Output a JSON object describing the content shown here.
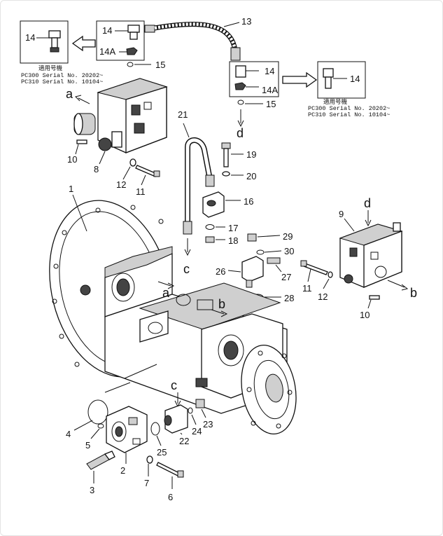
{
  "callouts": {
    "c1": "1",
    "c2": "2",
    "c3": "3",
    "c4": "4",
    "c5": "5",
    "c6": "6",
    "c7": "7",
    "c8": "8",
    "c9": "9",
    "c10a": "10",
    "c10b": "10",
    "c11a": "11",
    "c11b": "11",
    "c12a": "12",
    "c12b": "12",
    "c13": "13",
    "c14a": "14",
    "c14b": "14",
    "c14c": "14",
    "c14d": "14",
    "c14Aa": "14A",
    "c14Ab": "14A",
    "c15a": "15",
    "c15b": "15",
    "c16": "16",
    "c17": "17",
    "c18": "18",
    "c19": "19",
    "c20": "20",
    "c21": "21",
    "c22": "22",
    "c23": "23",
    "c24": "24",
    "c25": "25",
    "c26": "26",
    "c27": "27",
    "c28": "28",
    "c29": "29",
    "c30": "30"
  },
  "letters": {
    "a1": "a",
    "a2": "a",
    "b1": "b",
    "b2": "b",
    "c1": "c",
    "c2": "c",
    "d1": "d",
    "d2": "d"
  },
  "notes": {
    "left": {
      "title": "適用号機",
      "line1": "PC300  Serial  No.  20202~",
      "line2": "PC310  Serial  No.  10104~"
    },
    "right": {
      "title": "適用号機",
      "line1": "PC300  Serial  No.  20202~",
      "line2": "PC310  Serial  No.  10104~"
    }
  }
}
